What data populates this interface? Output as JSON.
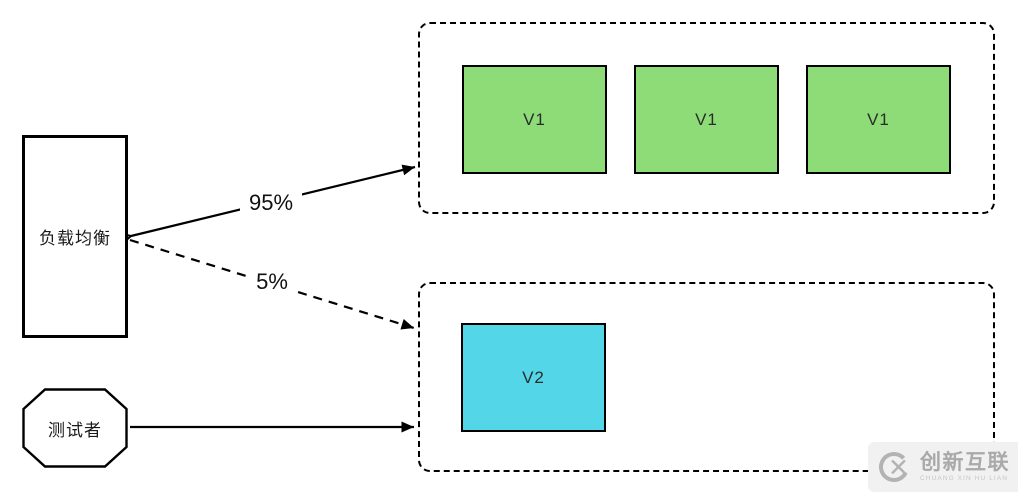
{
  "diagram": {
    "load_balancer": {
      "label": "负载均衡"
    },
    "tester": {
      "label": "测试者"
    },
    "v1_group": {
      "nodes": [
        {
          "label": "V1"
        },
        {
          "label": "V1"
        },
        {
          "label": "V1"
        }
      ]
    },
    "v2_group": {
      "nodes": [
        {
          "label": "V2"
        }
      ]
    },
    "edges": [
      {
        "from": "load_balancer",
        "to": "v1_group",
        "label": "95%",
        "style": "solid"
      },
      {
        "from": "load_balancer",
        "to": "v2_group",
        "label": "5%",
        "style": "dashed"
      },
      {
        "from": "tester",
        "to": "v2_group",
        "label": "",
        "style": "solid"
      }
    ],
    "colors": {
      "v1_fill": "#8EDC77",
      "v2_fill": "#52D6E8",
      "stroke": "#000000"
    }
  },
  "watermark": {
    "brand": "创新互联",
    "subtitle": "CHUANG XIN HU LIAN"
  }
}
